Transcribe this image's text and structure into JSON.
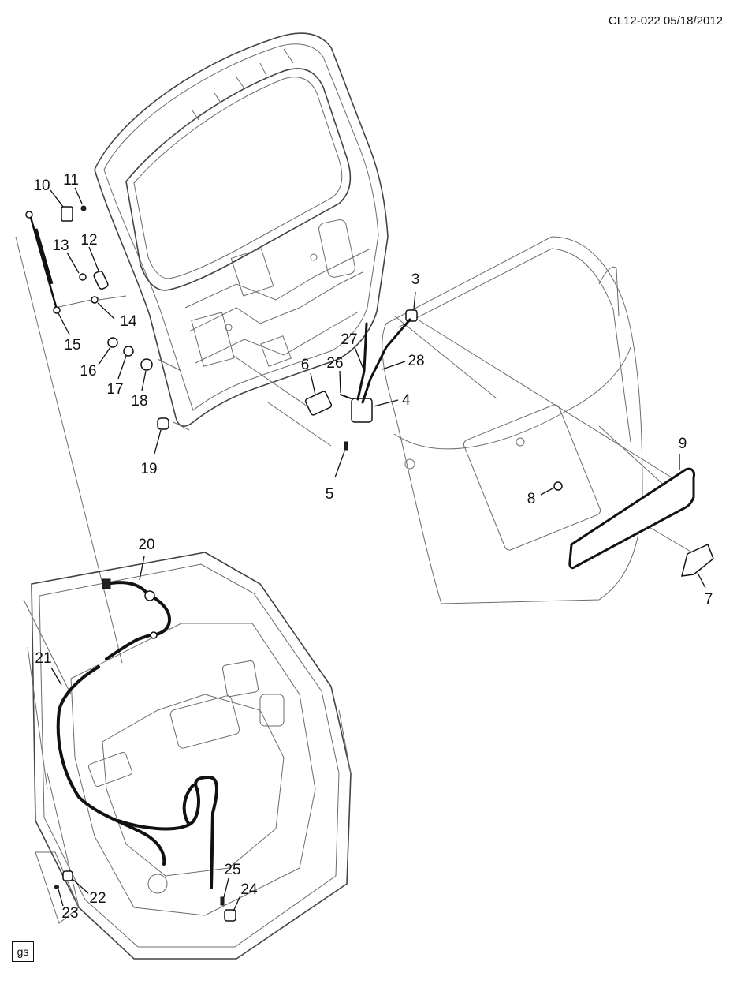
{
  "header": {
    "code": "CL12-022 05/18/2012"
  },
  "callouts": [
    {
      "id": "callout-3",
      "label": "3"
    },
    {
      "id": "callout-4",
      "label": "4"
    },
    {
      "id": "callout-5",
      "label": "5"
    },
    {
      "id": "callout-6",
      "label": "6"
    },
    {
      "id": "callout-7",
      "label": "7"
    },
    {
      "id": "callout-8",
      "label": "8"
    },
    {
      "id": "callout-9",
      "label": "9"
    },
    {
      "id": "callout-10",
      "label": "10"
    },
    {
      "id": "callout-11",
      "label": "11"
    },
    {
      "id": "callout-12",
      "label": "12"
    },
    {
      "id": "callout-13",
      "label": "13"
    },
    {
      "id": "callout-14",
      "label": "14"
    },
    {
      "id": "callout-15",
      "label": "15"
    },
    {
      "id": "callout-16",
      "label": "16"
    },
    {
      "id": "callout-17",
      "label": "17"
    },
    {
      "id": "callout-18",
      "label": "18"
    },
    {
      "id": "callout-19",
      "label": "19"
    },
    {
      "id": "callout-20",
      "label": "20"
    },
    {
      "id": "callout-21",
      "label": "21"
    },
    {
      "id": "callout-22",
      "label": "22"
    },
    {
      "id": "callout-23",
      "label": "23"
    },
    {
      "id": "callout-24",
      "label": "24"
    },
    {
      "id": "callout-25",
      "label": "25"
    },
    {
      "id": "callout-26",
      "label": "26"
    },
    {
      "id": "callout-27",
      "label": "27"
    },
    {
      "id": "callout-28",
      "label": "28"
    }
  ],
  "footer": {
    "badge": "gs"
  }
}
